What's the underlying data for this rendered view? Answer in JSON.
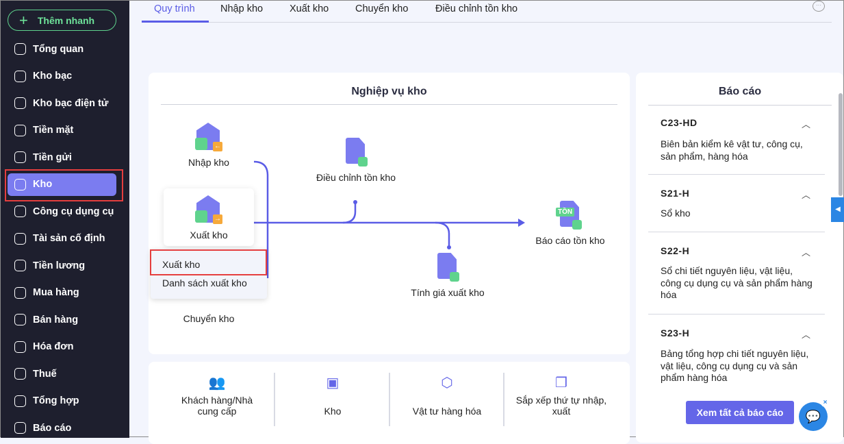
{
  "sidebar": {
    "quick_add": "Thêm nhanh",
    "items": [
      {
        "label": "Tổng quan",
        "icon": "pie-chart-icon"
      },
      {
        "label": "Kho bạc",
        "icon": "treasury-icon"
      },
      {
        "label": "Kho bạc điện tử",
        "icon": "e-treasury-icon"
      },
      {
        "label": "Tiền mặt",
        "icon": "wallet-icon"
      },
      {
        "label": "Tiền gửi",
        "icon": "deposit-icon"
      },
      {
        "label": "Kho",
        "icon": "warehouse-icon",
        "active": true
      },
      {
        "label": "Công cụ dụng cụ",
        "icon": "tools-icon"
      },
      {
        "label": "Tài sản cố định",
        "icon": "asset-icon"
      },
      {
        "label": "Tiền lương",
        "icon": "salary-icon"
      },
      {
        "label": "Mua hàng",
        "icon": "cart-icon"
      },
      {
        "label": "Bán hàng",
        "icon": "sales-icon"
      },
      {
        "label": "Hóa đơn",
        "icon": "invoice-icon"
      },
      {
        "label": "Thuế",
        "icon": "tax-icon"
      },
      {
        "label": "Tổng hợp",
        "icon": "summary-icon"
      },
      {
        "label": "Báo cáo",
        "icon": "report-icon"
      }
    ]
  },
  "tabs": [
    "Quy trình",
    "Nhập kho",
    "Xuất kho",
    "Chuyển kho",
    "Điều chỉnh tồn kho"
  ],
  "process": {
    "title": "Nghiệp vụ kho",
    "nhap": "Nhập kho",
    "xuat": "Xuất kho",
    "chuyen": "Chuyển kho",
    "dieuchinh": "Điều chỉnh tồn kho",
    "tinhgia": "Tính giá xuất kho",
    "baocao": "Báo cáo tồn kho",
    "ton_badge": "TỒN"
  },
  "menu": [
    "Xuất kho",
    "Danh sách xuất kho"
  ],
  "categories": [
    "Khách hàng/Nhà cung cấp",
    "Kho",
    "Vật tư hàng hóa",
    "Sắp xếp thứ tự nhập, xuất"
  ],
  "reports": {
    "title": "Báo cáo",
    "items": [
      {
        "code": "C23-HD",
        "desc": "Biên bản kiểm kê vật tư, công cụ, sản phẩm, hàng hóa"
      },
      {
        "code": "S21-H",
        "desc": "Sổ kho"
      },
      {
        "code": "S22-H",
        "desc": "Sổ chi tiết nguyên liệu, vật liệu, công cụ dụng cụ và sản phẩm hàng hóa"
      },
      {
        "code": "S23-H",
        "desc": "Bảng tổng hợp chi tiết nguyên liệu, vật liệu, công cụ dụng cụ và sản phẩm hàng hóa"
      }
    ],
    "view_all": "Xem tất cả báo cáo"
  }
}
